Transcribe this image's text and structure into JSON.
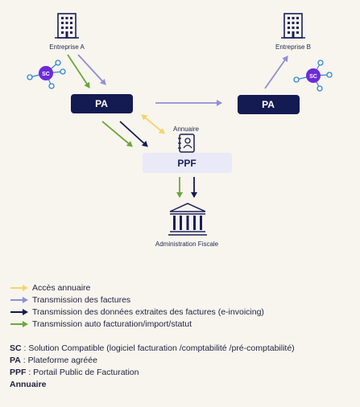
{
  "diagram": {
    "entreprise_a": "Entreprise A",
    "entreprise_b": "Entreprise B",
    "sc_badge": "SC",
    "pa_left": "PA",
    "pa_right": "PA",
    "annuaire": "Annuaire",
    "ppf": "PPF",
    "administration": "Administration Fiscale"
  },
  "colors": {
    "yellow": "#f6d36b",
    "lavender": "#8f8fd6",
    "navy": "#141a52",
    "green": "#6aa83a",
    "pa_box": "#141a52",
    "ppf_box": "#e9e9f7",
    "sc_purple": "#6c2bd9",
    "sc_nodes": "#2f86d6"
  },
  "legend": [
    {
      "label": "Accès annuaire",
      "color": "#f6d36b"
    },
    {
      "label": "Transmission des factures",
      "color": "#8f8fd6"
    },
    {
      "label": "Transmission des données extraites des factures (e-invoicing)",
      "color": "#141a52"
    },
    {
      "label": "Transmission auto facturation/import/statut",
      "color": "#6aa83a"
    }
  ],
  "definitions": [
    {
      "abbr": "SC",
      "text": " : Solution Compatible (logiciel facturation /comptabilité /pré-comptabilité)"
    },
    {
      "abbr": "PA",
      "text": " : Plateforme agréée"
    },
    {
      "abbr": "PPF",
      "text": " : Portail Public de Facturation"
    },
    {
      "abbr": "Annuaire",
      "text": ""
    }
  ]
}
